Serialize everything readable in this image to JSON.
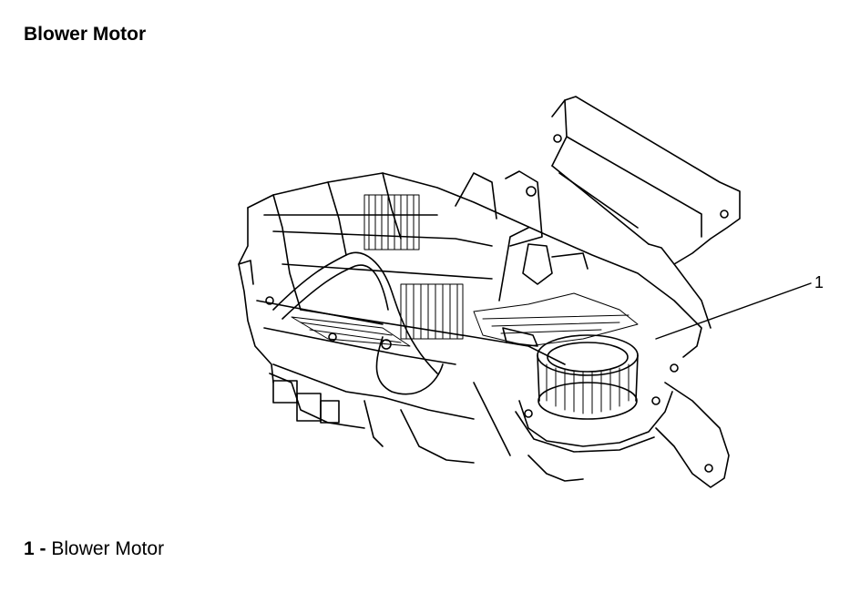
{
  "page": {
    "title": "Blower Motor"
  },
  "diagram": {
    "callout": "1"
  },
  "legend": {
    "items": [
      {
        "number": "1 -",
        "label": "Blower Motor"
      }
    ]
  }
}
